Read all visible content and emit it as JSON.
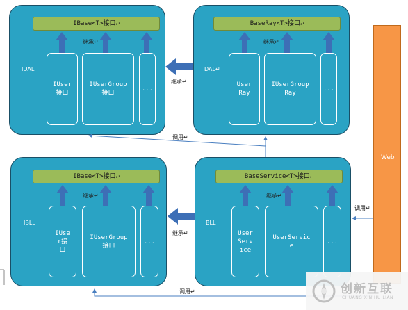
{
  "panels": {
    "idal": {
      "label": "IDAL",
      "bar": "IBase<T>接口↵",
      "inherit": "继承↵",
      "boxes": [
        "IUser\n接口",
        "IUserGroup\n接口",
        "..."
      ]
    },
    "dal": {
      "label": "DAL↵",
      "bar": "BaseRay<T>接口↵",
      "inherit": "继承↵",
      "boxes": [
        "User\nRay",
        "IUserGroup\nRay",
        "..."
      ]
    },
    "ibll": {
      "label": "IBLL",
      "bar": "IBase<T>接口↵",
      "inherit": "继承↵",
      "boxes": [
        "IUse\nr接\n口",
        "IUserGroup\n接口",
        "..."
      ]
    },
    "bll": {
      "label": "BLL",
      "bar": "BaseService<T>接口↵",
      "inherit": "继承↵",
      "boxes": [
        "User\nServ\nice",
        "UserServic\ne",
        "..."
      ]
    }
  },
  "connectors": {
    "inherit_top": "继承↵",
    "inherit_bottom": "继承↵",
    "call_top": "调用↵",
    "call_right": "调用↵",
    "call_bottom": "调用↵"
  },
  "web": {
    "label": "Web"
  },
  "watermark": {
    "cn": "创新互联",
    "en": "CHUANG XIN HU LIAN"
  },
  "colors": {
    "panel": "#2aa3c4",
    "bar": "#9bbb59",
    "arrow": "#3d6fb6",
    "web": "#f79646",
    "line": "#4a7fc0"
  }
}
